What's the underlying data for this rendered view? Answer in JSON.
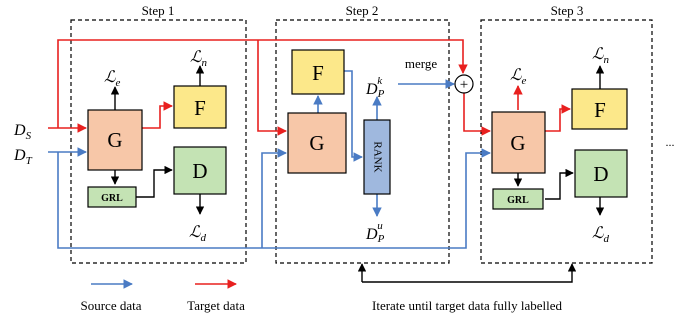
{
  "steps": {
    "step1": "Step 1",
    "step2": "Step 2",
    "step3": "Step 3"
  },
  "blocks": {
    "g": "G",
    "f": "F",
    "d": "D",
    "grl": "GRL",
    "rank": "RANK",
    "merge": "merge",
    "plus": "+",
    "ellipsis": "..."
  },
  "math": {
    "loss_symbol": "ℒ",
    "sub_e": "e",
    "sub_n": "n",
    "sub_d": "d",
    "d_base": "D",
    "sub_source": "S",
    "sub_target": "T",
    "sub_p": "P",
    "sup_k": "k",
    "sup_u": "u"
  },
  "legend": {
    "source": "Source data",
    "target": "Target data",
    "iterate": "Iterate until target data fully labelled"
  },
  "colors": {
    "source_arrow": "#4a7bc4",
    "target_arrow": "#e8201f",
    "generator_fill": "#f7c7a8",
    "predictor_fill": "#fce88a",
    "discriminator_fill": "#c4e3b4",
    "rank_fill": "#9fb8de"
  }
}
